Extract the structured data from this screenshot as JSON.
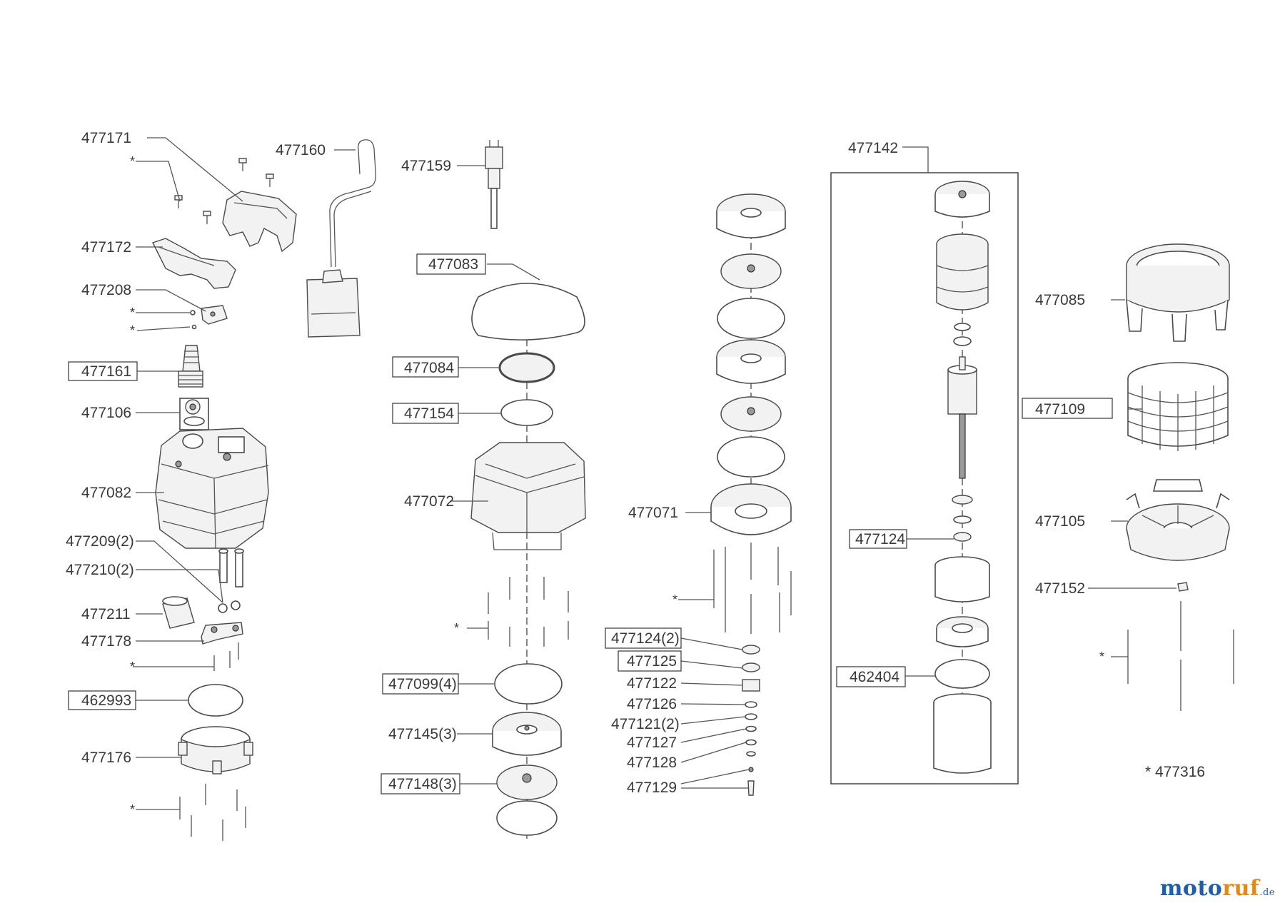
{
  "labels": {
    "p477171": "477171",
    "p477160": "477160",
    "p477159": "477159",
    "p477142": "477142",
    "p477172": "477172",
    "p477083": "477083",
    "p477085": "477085",
    "p477208": "477208",
    "p477161": "477161",
    "p477084": "477084",
    "p477106": "477106",
    "p477154": "477154",
    "p477109": "477109",
    "p477082": "477082",
    "p477072": "477072",
    "p477071": "477071",
    "p477105": "477105",
    "p477124": "477124",
    "p477209": "477209(2)",
    "p477210": "477210(2)",
    "p477152": "477152",
    "p477211": "477211",
    "p477178": "477178",
    "p477124_2": "477124(2)",
    "p477125": "477125",
    "p477122": "477122",
    "p477126": "477126",
    "p477121": "477121(2)",
    "p477127": "477127",
    "p477128": "477128",
    "p477129": "477129",
    "p462404": "462404",
    "p477099": "477099(4)",
    "p462993": "462993",
    "p477145": "477145(3)",
    "p477176": "477176",
    "p477148": "477148(3)",
    "star": "*",
    "footnote": "* 477316"
  },
  "brand": {
    "part1": "moto",
    "part2": "ruf",
    "suffix": ".de"
  }
}
